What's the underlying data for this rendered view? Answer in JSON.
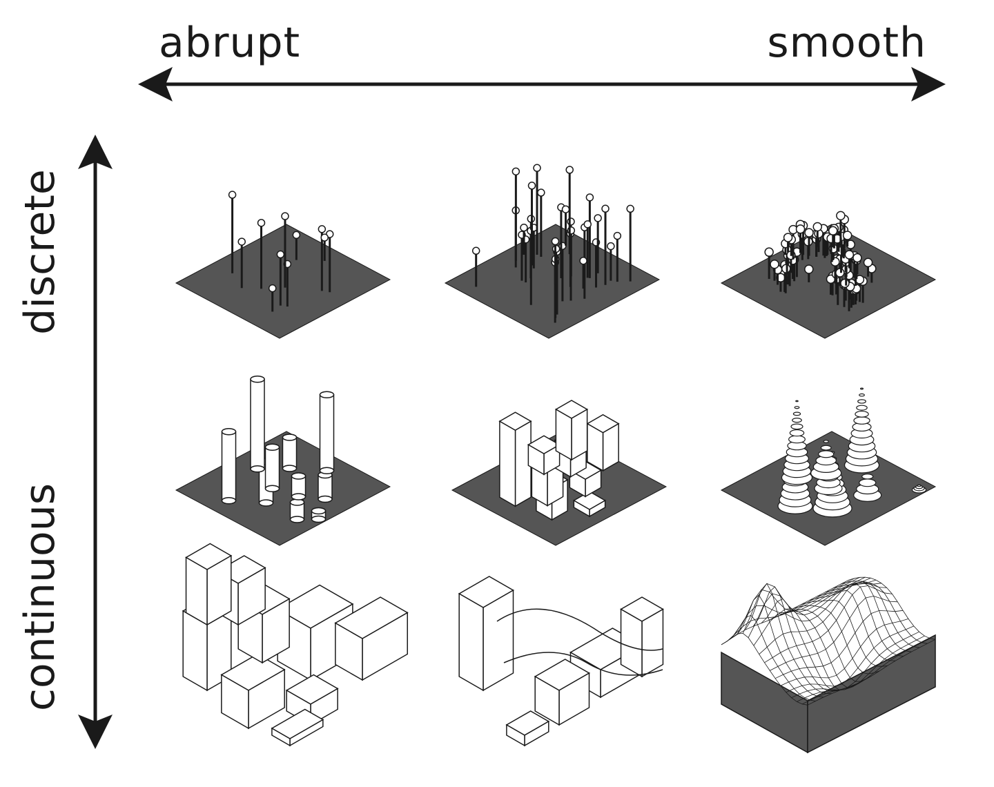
{
  "axes": {
    "horizontal": {
      "left_label": "abrupt",
      "right_label": "smooth"
    },
    "vertical": {
      "top_label": "discrete",
      "bottom_label": "continuous"
    }
  },
  "colors": {
    "plate": "#555555",
    "ink": "#1a1a1a",
    "fill": "#ffffff"
  }
}
